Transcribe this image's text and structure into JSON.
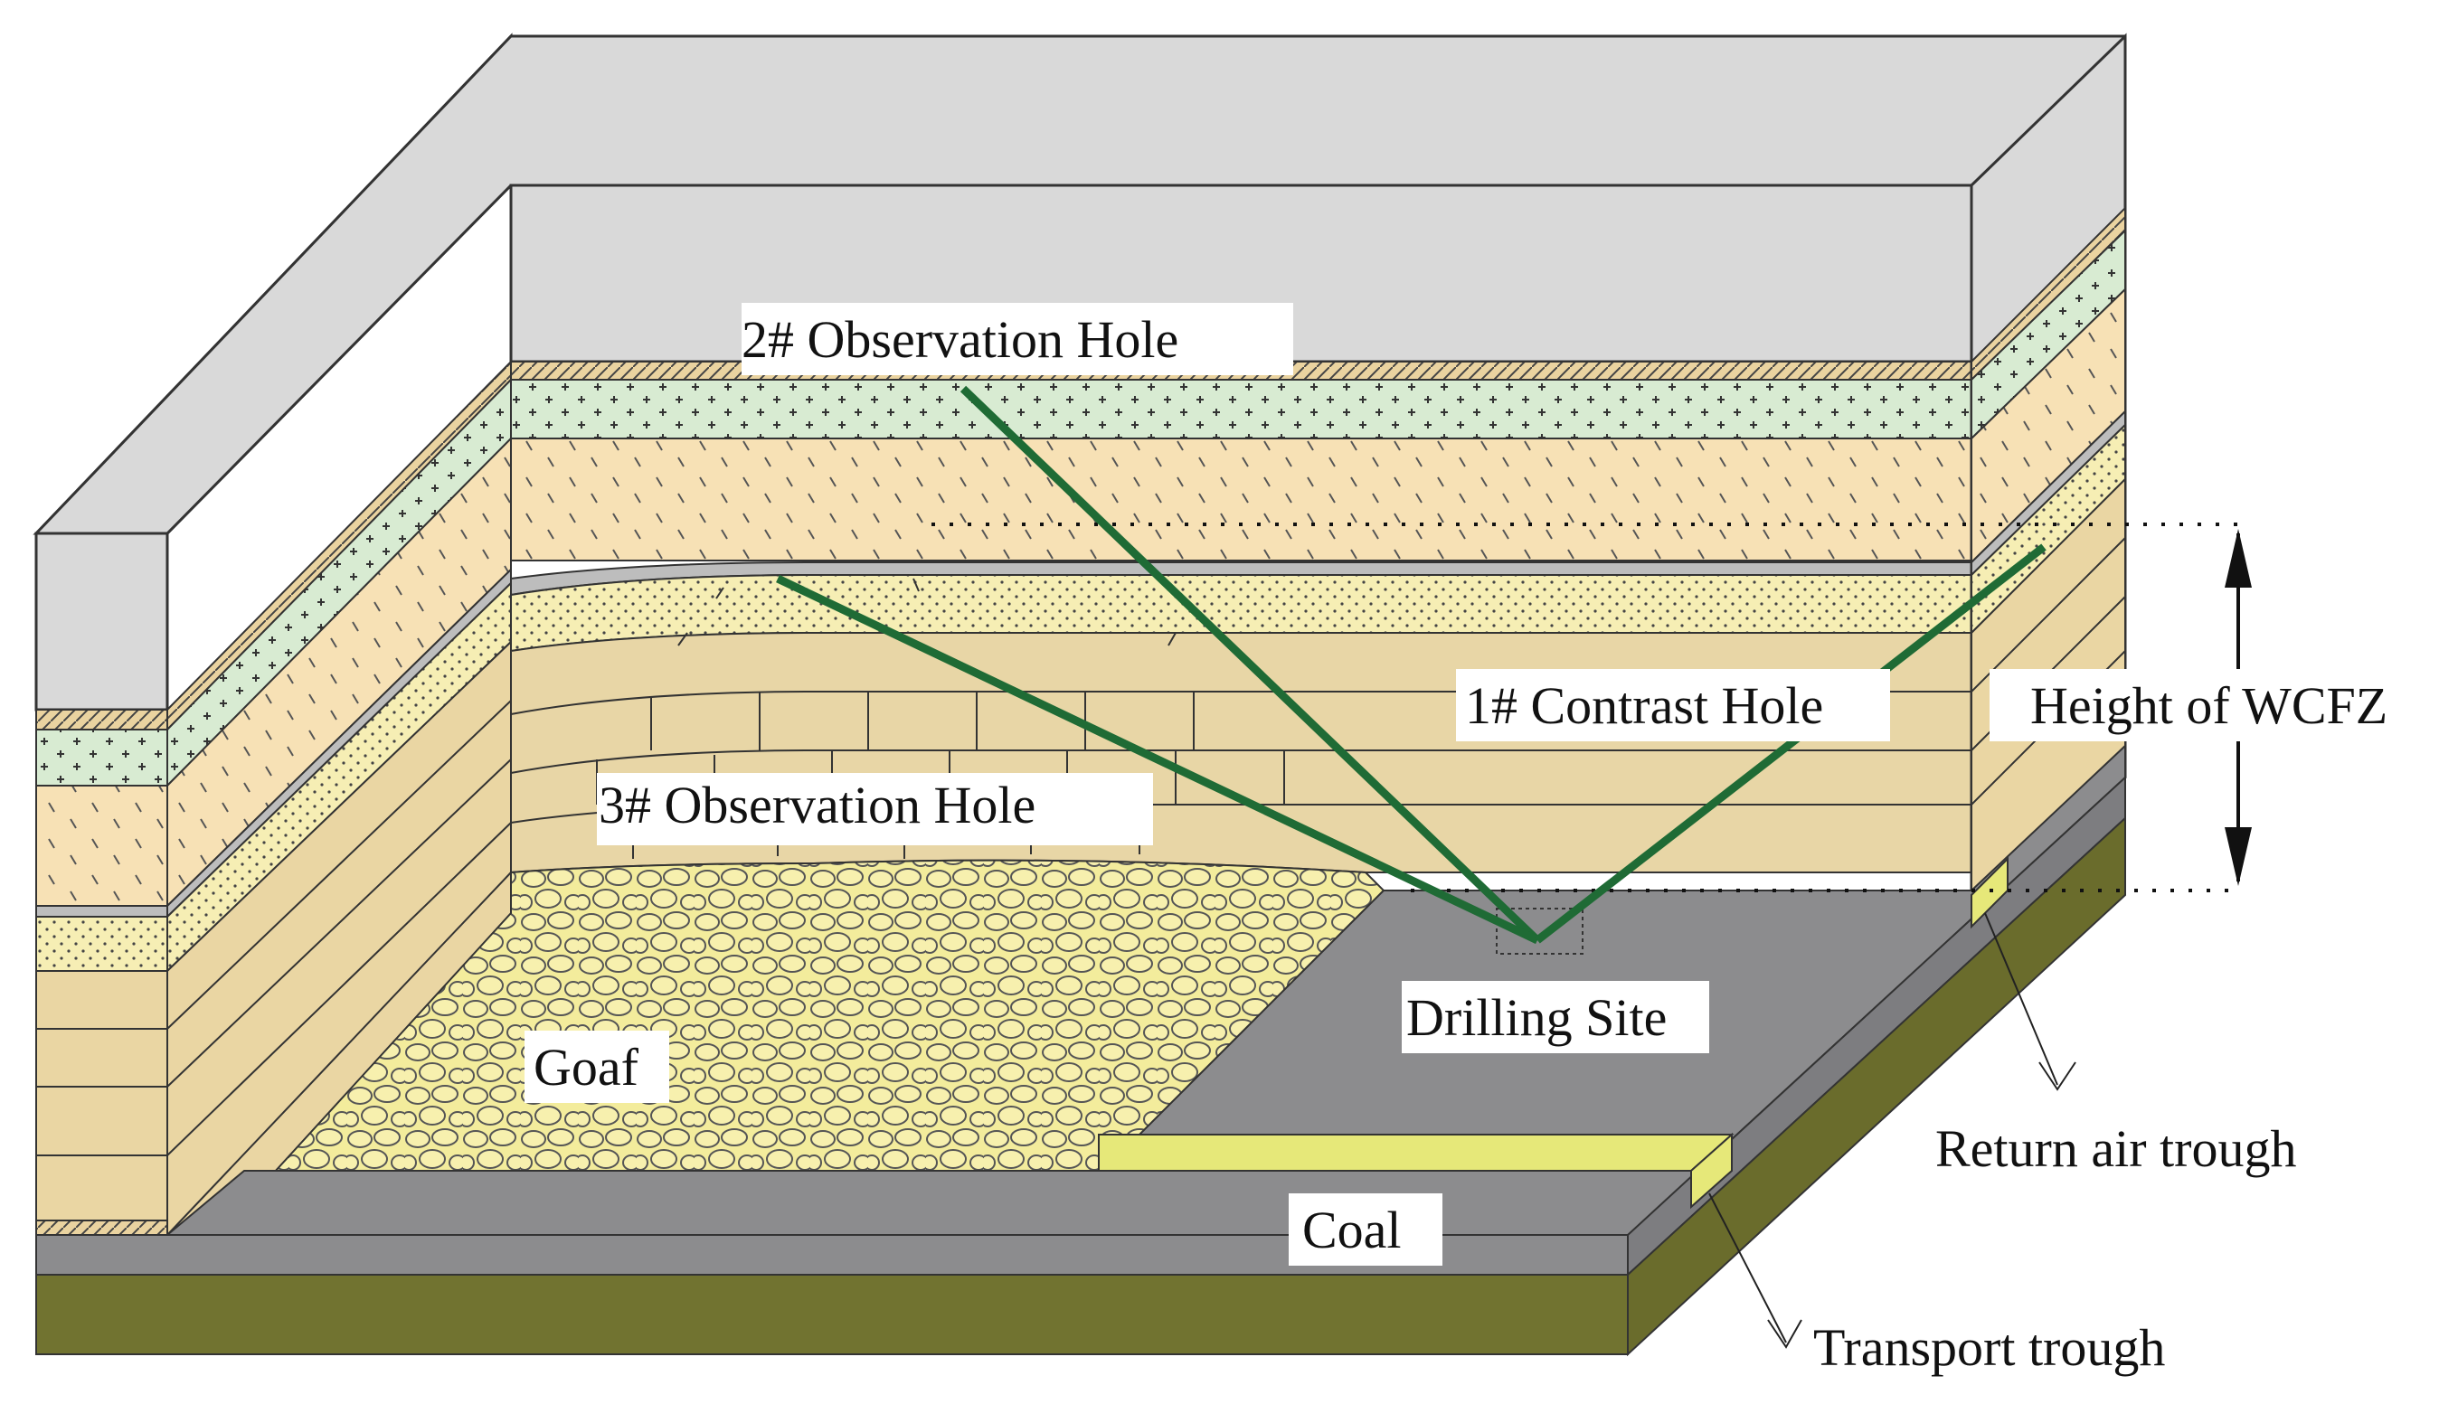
{
  "labels": {
    "obs2": "2# Observation Hole",
    "obs3": "3# Observation Hole",
    "contrast1": "1# Contrast Hole",
    "height": "Height of WCFZ",
    "drilling": "Drilling Site",
    "goaf": "Goaf",
    "coal": "Coal",
    "return_air": "Return air trough",
    "transport": "Transport trough"
  },
  "colors": {
    "sky_top": "#d9d9d9",
    "sandstone": "#f7e1b5",
    "mudstone_green": "#d8ebd2",
    "siltstone_yellow": "#f6eeb4",
    "fractured": "#e8d6a6",
    "coal": "#8c8c8e",
    "floor": "#717330",
    "trough_yellow": "#e6e879",
    "borehole": "#1f6b35"
  }
}
